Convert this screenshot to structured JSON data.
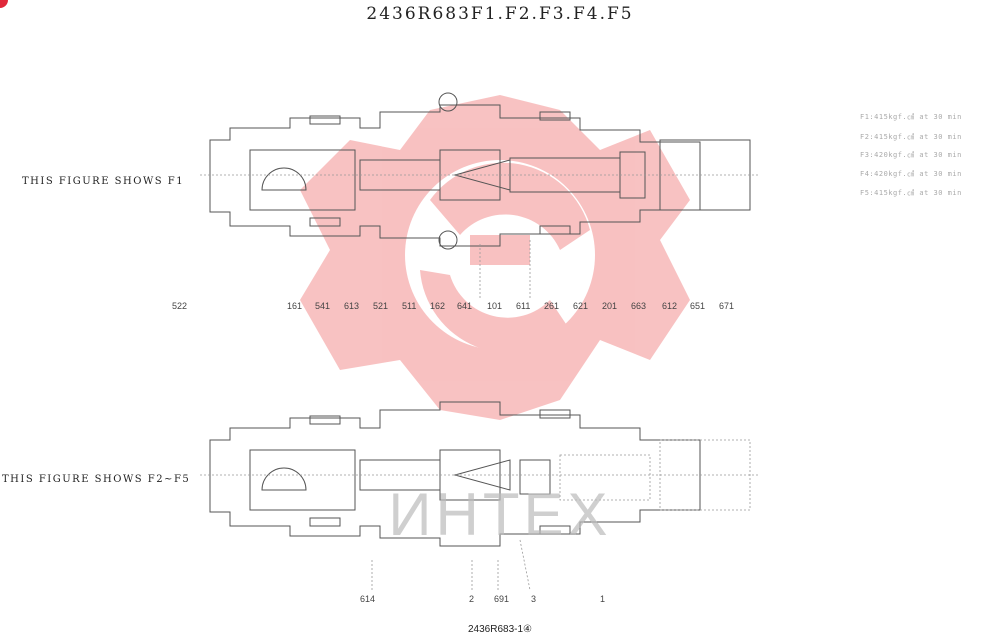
{
  "title": "2436R683F1.F2.F3.F4.F5",
  "drawing_number": "2436R683-1④",
  "watermark_text": "ИНТЕХ",
  "colors": {
    "watermark": "#f07878",
    "line": "#555555",
    "corner_badge": "#e0283a"
  },
  "figures": [
    {
      "caption": "THIS FIGURE SHOWS F1"
    },
    {
      "caption": "THIS FIGURE SHOWS F2~F5"
    }
  ],
  "part_numbers_top": [
    "522",
    "161",
    "541",
    "613",
    "521",
    "511",
    "162",
    "641",
    "101",
    "611",
    "261",
    "621",
    "201",
    "663",
    "612",
    "651",
    "671"
  ],
  "part_numbers_bottom": [
    "614",
    "2",
    "691",
    "3",
    "1"
  ],
  "spec_lines": [
    "F1:415kgf.㎠ at 30 min",
    "F2:415kgf.㎠ at 30 min",
    "F3:420kgf.㎠ at 30 min",
    "F4:420kgf.㎠ at 30 min",
    "F5:415kgf.㎠ at 30 min"
  ]
}
